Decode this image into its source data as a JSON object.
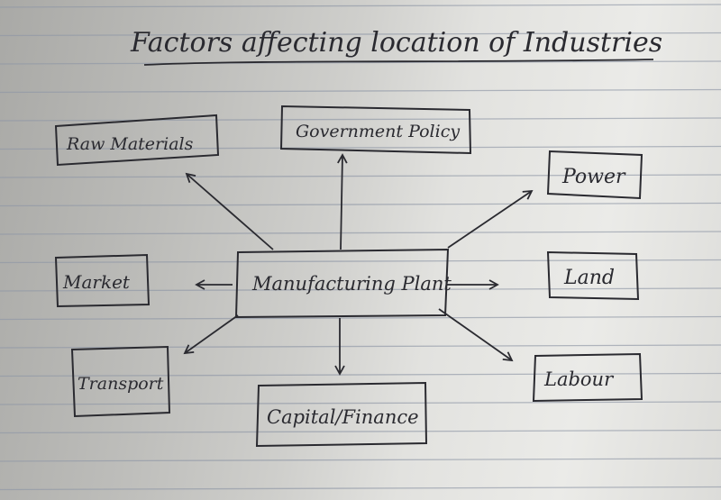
{
  "title": "Factors affecting location of Industries",
  "center": "Manufacturing Plant",
  "factors": {
    "raw_materials": "Raw Materials",
    "government_policy": "Government Policy",
    "power": "Power",
    "market": "Market",
    "land": "Land",
    "transport": "Transport",
    "capital_finance": "Capital/Finance",
    "labour": "Labour"
  },
  "colors": {
    "ink": "#2a2a30",
    "paper_lines": "#8f97a6"
  }
}
